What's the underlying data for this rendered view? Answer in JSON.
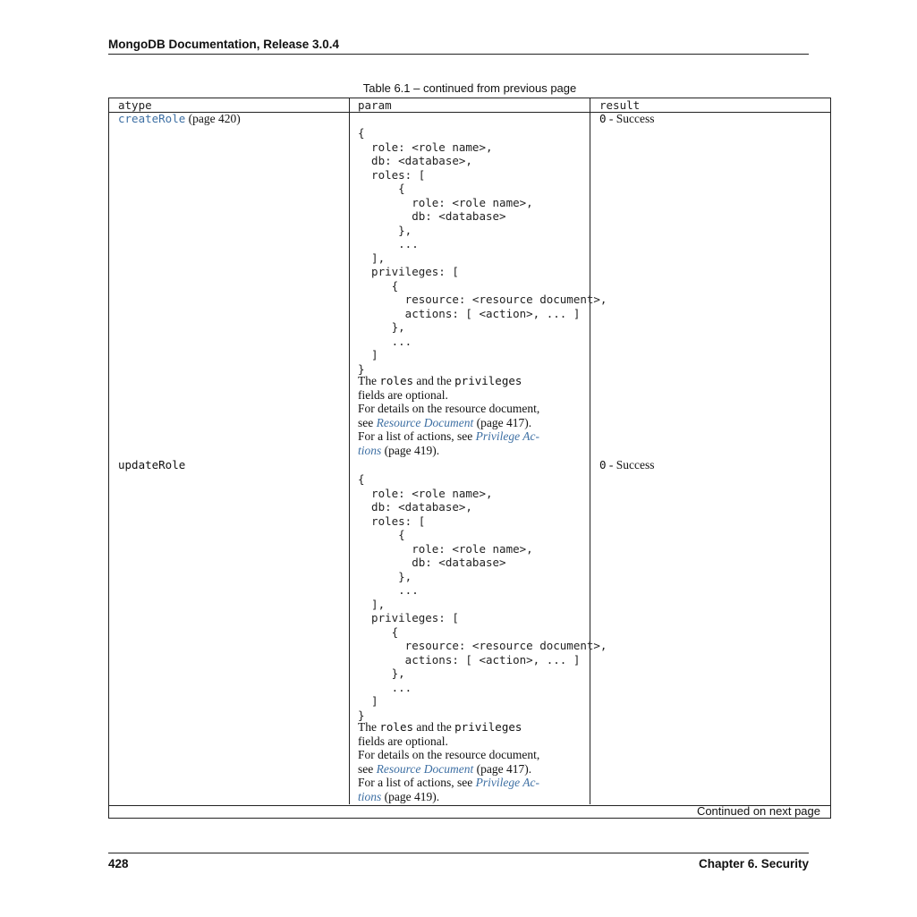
{
  "header": {
    "title": "MongoDB Documentation, Release 3.0.4"
  },
  "caption": "Table 6.1 – continued from previous page",
  "table": {
    "columns": [
      "atype",
      "param",
      "result"
    ],
    "rows": [
      {
        "atype_link": "createRole",
        "atype_page": "(page 420)",
        "code": "{\n  role: <role name>,\n  db: <database>,\n  roles: [\n      {\n        role: <role name>,\n        db: <database>\n      },\n      ...\n  ],\n  privileges: [\n     {\n       resource: <resource document>,\n       actions: [ <action>, ... ]\n     },\n     ...\n  ]\n}",
        "note_the": "The",
        "note_roles": "roles",
        "note_and": "and the",
        "note_privileges": "privileges",
        "note_optional": "fields are optional.",
        "details_1": "For details on the resource document,",
        "details_see": "see",
        "details_link": "Resource Document",
        "details_page": "(page 417).",
        "actions_1": "For a list of actions, see",
        "actions_link_a": "Privilege Ac-",
        "actions_link_b": "tions",
        "actions_page": "(page 419).",
        "result_code": "0",
        "result_text": "- Success"
      },
      {
        "atype_text": "updateRole",
        "code": "{\n  role: <role name>,\n  db: <database>,\n  roles: [\n      {\n        role: <role name>,\n        db: <database>\n      },\n      ...\n  ],\n  privileges: [\n     {\n       resource: <resource document>,\n       actions: [ <action>, ... ]\n     },\n     ...\n  ]\n}",
        "note_the": "The",
        "note_roles": "roles",
        "note_and": "and the",
        "note_privileges": "privileges",
        "note_optional": "fields are optional.",
        "details_1": "For details on the resource document,",
        "details_see": "see",
        "details_link": "Resource Document",
        "details_page": "(page 417).",
        "actions_1": "For a list of actions, see",
        "actions_link_a": "Privilege Ac-",
        "actions_link_b": "tions",
        "actions_page": "(page 419).",
        "result_code": "0",
        "result_text": "- Success"
      }
    ],
    "continued": "Continued on next page"
  },
  "footer": {
    "page_number": "428",
    "chapter": "Chapter 6.  Security"
  }
}
